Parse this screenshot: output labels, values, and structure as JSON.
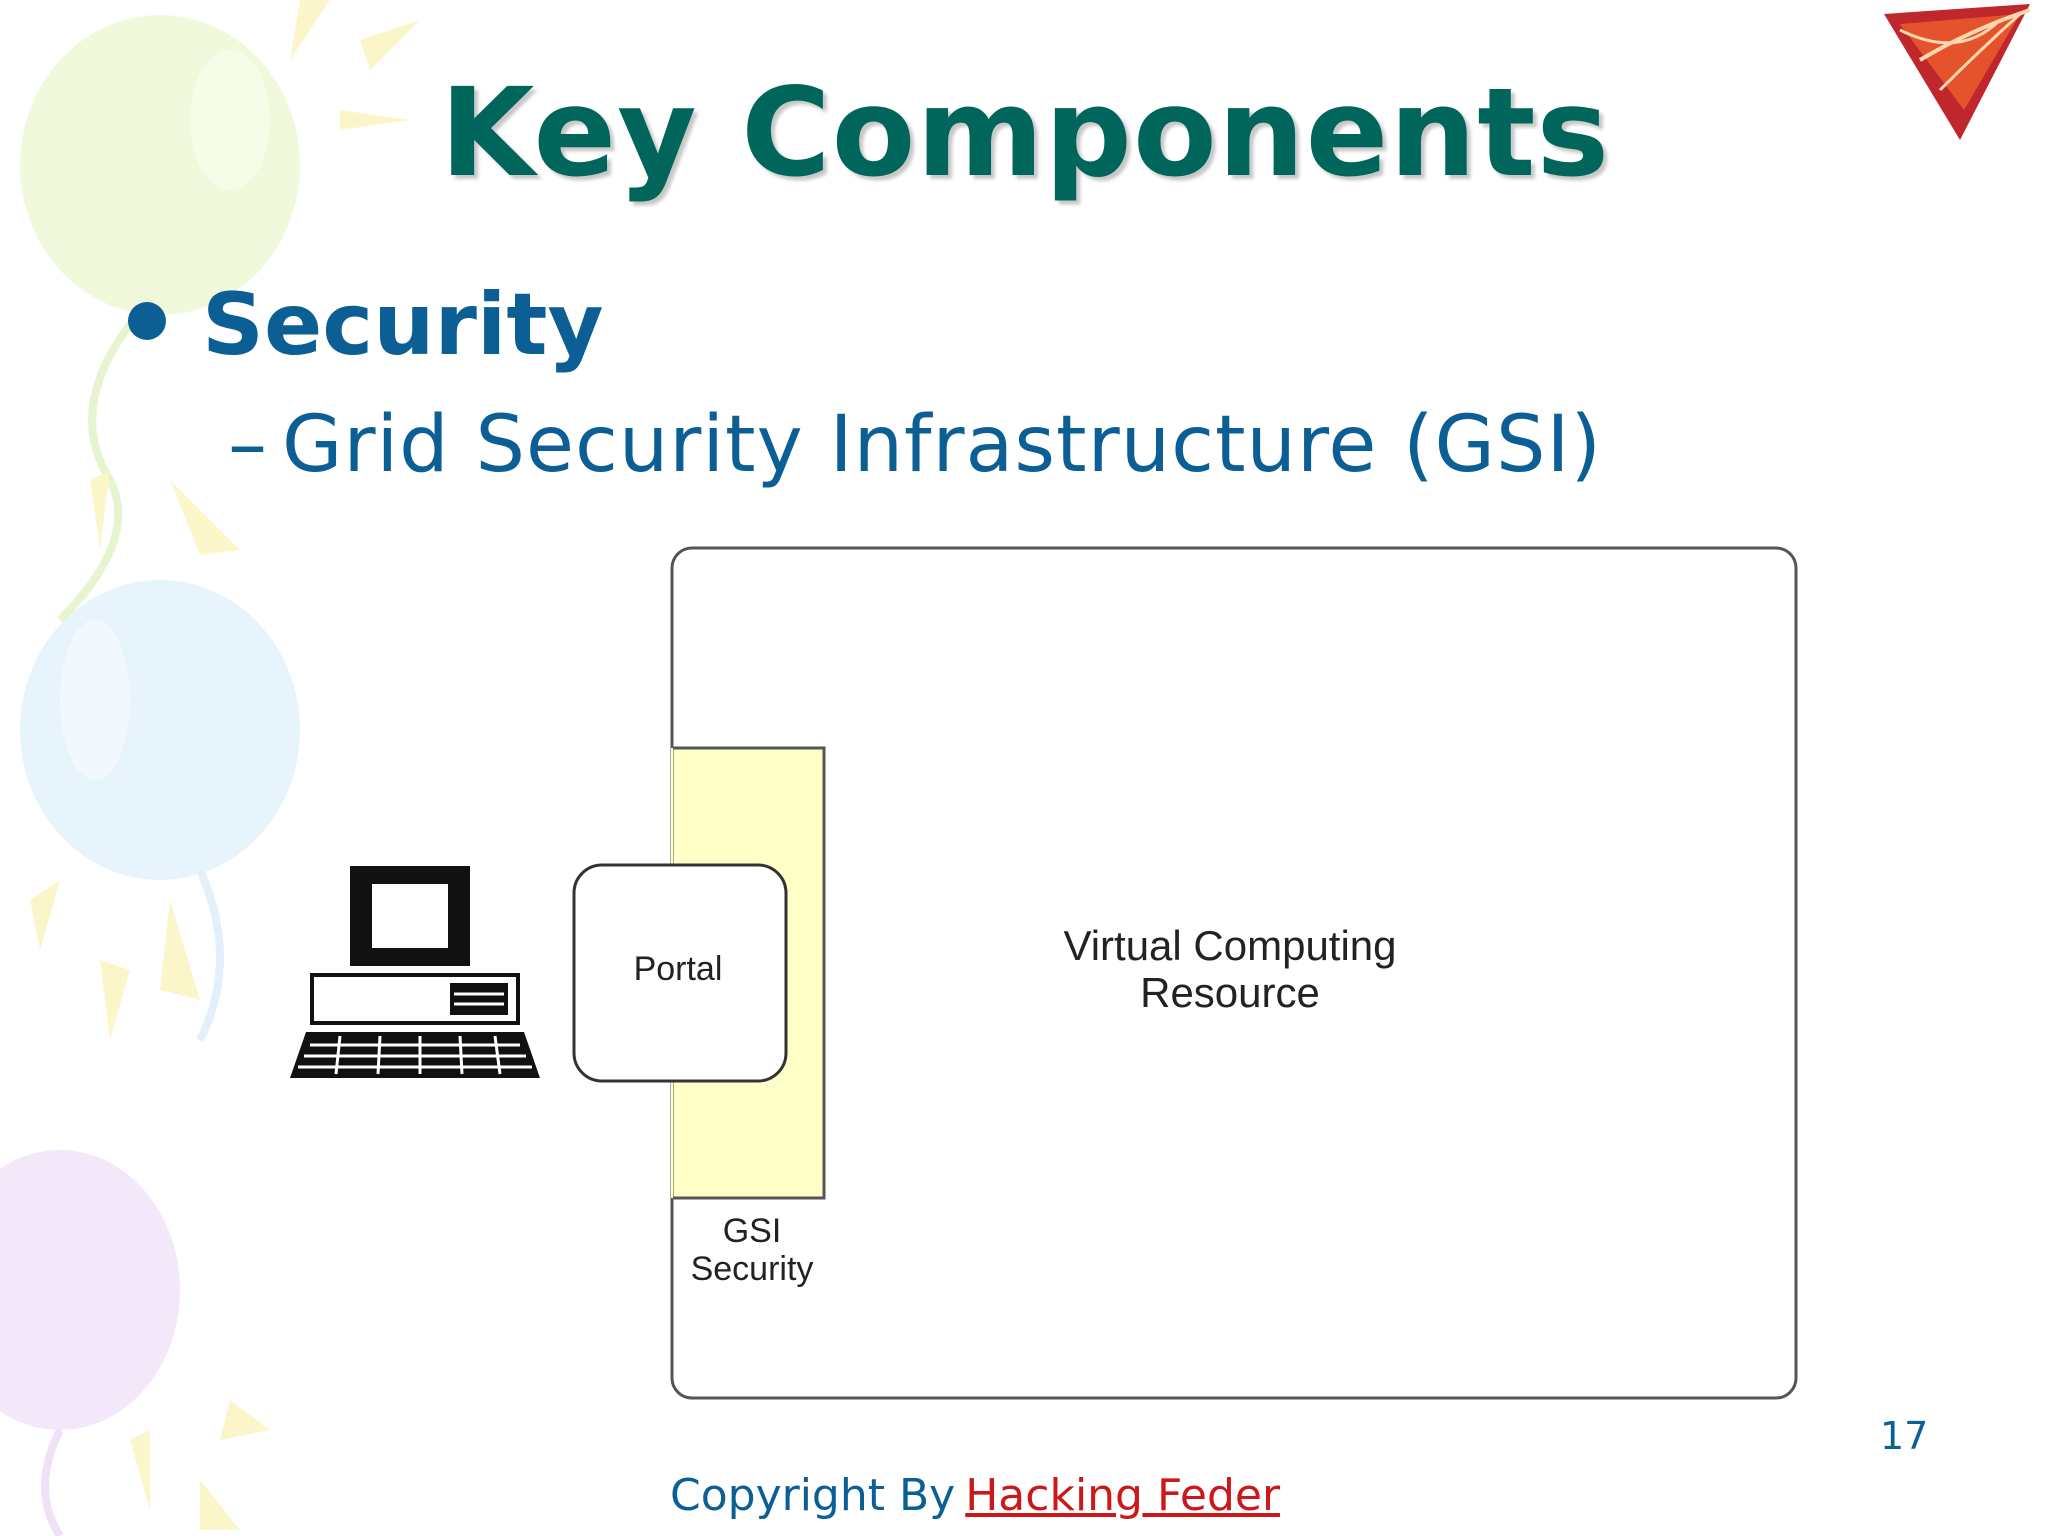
{
  "slide": {
    "title": "Key Components",
    "bullet": "Security",
    "sub_bullet": "Grid Security Infrastructure (GSI)",
    "page_number": "17"
  },
  "diagram": {
    "resource_label": "Virtual Computing Resource",
    "portal_label": "Portal",
    "gsi_label": "GSI Security"
  },
  "footer": {
    "copyright_prefix": "Copyright By",
    "copyright_link": "Hacking Feder"
  },
  "colors": {
    "title": "#00665c",
    "text": "#0b5f94",
    "link": "#cc1818",
    "gsi_fill": "#ffffc8"
  },
  "icons": {
    "computer": "desktop-computer-icon",
    "logo": "shield-logo-icon"
  }
}
